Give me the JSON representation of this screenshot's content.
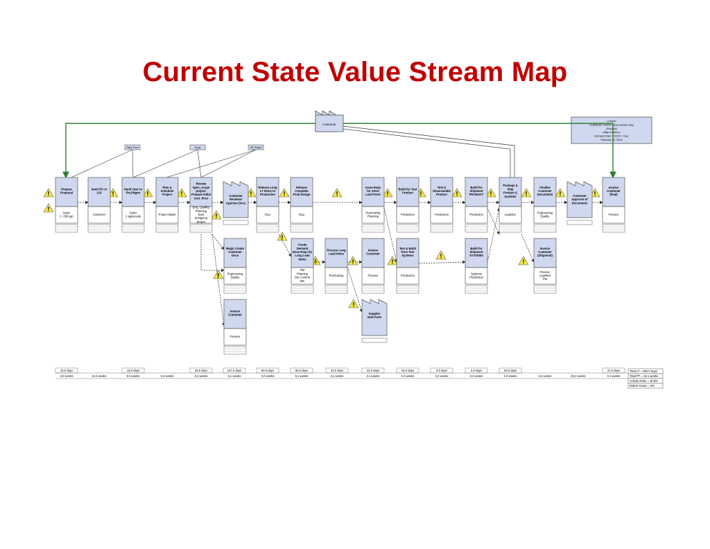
{
  "title": "Current State Value Stream Map",
  "customer": {
    "label": "Customer"
  },
  "header_block": {
    "lines": [
      "<Client>",
      "CURRENT STATE Value Stream Map",
      "(Product)",
      "<Map creation>",
      "Demand Rate = XXXX / Year",
      "February 10, 2014"
    ]
  },
  "info_flows": [
    "Sales Form",
    "Email",
    "MS Project"
  ],
  "processes": [
    {
      "id": "p1",
      "name": [
        "Prepare",
        "Proposal"
      ],
      "dept": [
        "Sales",
        "(~ 260 pp)"
      ]
    },
    {
      "id": "p2",
      "name": [
        "Send PO or",
        "LOI"
      ],
      "dept": [
        "Customer"
      ]
    },
    {
      "id": "p3",
      "name": [
        "Hand Over to",
        "Proj Mgmt"
      ],
      "dept": [
        "Sales",
        "2 approvals"
      ]
    },
    {
      "id": "p4",
      "name": [
        "Plan &",
        "Schedule",
        "Project"
      ],
      "dept": [
        "Project Mgmt"
      ]
    },
    {
      "id": "p5",
      "name": [
        "Review",
        "Spec, scope",
        "project.",
        "Prepare initial",
        "cust. docs"
      ],
      "dept": [
        "Eng., Quality,",
        "Planning",
        "Start",
        "designing",
        "project"
      ]
    },
    {
      "id": "p6",
      "name": [
        "Customer",
        "Reviews/",
        "Approve Docs"
      ],
      "dept": []
    },
    {
      "id": "p7",
      "name": [
        "Release Long",
        "LT Items to",
        "Production"
      ],
      "dept": [
        "Eng"
      ]
    },
    {
      "id": "p8",
      "name": [
        "Release",
        "Complete",
        "Final Design"
      ],
      "dept": [
        "Eng"
      ]
    },
    {
      "id": "p9",
      "name": [
        "Issue Reqs",
        "for Short",
        "Lead Parts"
      ],
      "dept": [
        "Purchasing",
        "Planning"
      ]
    },
    {
      "id": "p10",
      "name": [
        "Build for Test",
        "Product"
      ],
      "dept": [
        "Production"
      ]
    },
    {
      "id": "p11",
      "name": [
        "Test &",
        "Disassemble",
        "Product"
      ],
      "dept": [
        "Production"
      ]
    },
    {
      "id": "p12",
      "name": [
        "Build for",
        "Shipment",
        "PRODUCT"
      ],
      "dept": [
        "Production"
      ]
    },
    {
      "id": "p13",
      "name": [
        "Package &",
        "Ship",
        "Product &",
        "Systems"
      ],
      "dept": [
        "Logistics"
      ]
    },
    {
      "id": "p14",
      "name": [
        "Finalize",
        "Customer",
        "Documents"
      ],
      "dept": [
        "Engineering",
        "Quality"
      ]
    },
    {
      "id": "p15",
      "name": [
        "Customer",
        "Approval of",
        "Documents"
      ],
      "dept": []
    },
    {
      "id": "p16",
      "name": [
        "Invoice",
        "Customer",
        "(final)"
      ],
      "dept": [
        "Finance"
      ]
    },
    {
      "id": "p17",
      "name": [
        "Begin Create",
        "Customer",
        "Docs"
      ],
      "dept": [
        "Engineering",
        "Quality"
      ]
    },
    {
      "id": "p18",
      "name": [
        "Invoice",
        "Customer"
      ],
      "dept": [
        "Finance"
      ]
    },
    {
      "id": "p19",
      "name": [
        "Create",
        "Demand",
        "Issue Reqs for",
        "Long Lead",
        "Items"
      ],
      "dept": [
        "PM",
        "Planning",
        "Doc Control",
        "ME"
      ]
    },
    {
      "id": "p20",
      "name": [
        "Procure Long",
        "Lead Items"
      ],
      "dept": [
        "Purchasing"
      ]
    },
    {
      "id": "p21",
      "name": [
        "Invoice",
        "Customer"
      ],
      "dept": [
        "Finance"
      ]
    },
    {
      "id": "p22",
      "name": [
        "Test & Build",
        "from Test",
        "Systems"
      ],
      "dept": [
        "Production"
      ]
    },
    {
      "id": "p23",
      "name": [
        "Build for",
        "Shipment",
        "SYSTEMS"
      ],
      "dept": [
        "Systems",
        "Production"
      ]
    },
    {
      "id": "p24",
      "name": [
        "Invoice",
        "Customer",
        "(Shipment)"
      ],
      "dept": [
        "Finance",
        "Logistics",
        "PM"
      ]
    },
    {
      "id": "p25",
      "name": [
        "Supplier",
        "Sent Parts"
      ],
      "dept": []
    }
  ],
  "timeline": {
    "top": [
      "16.0 days",
      "",
      "16.0 days",
      "",
      "26.0 days",
      "147.0 days",
      "69.0 days",
      "66.0 days",
      "16.0 days",
      "42.0 days",
      "26.0 days",
      "5.0 days",
      "5.0 days",
      "26.0 days",
      "",
      "",
      "21.0 days"
    ],
    "bottom": [
      "3.0 weeks",
      "10.4 weeks",
      "6.3 weeks",
      "0.4 weeks",
      "5.3 weeks",
      "5.1 weeks",
      "0.0 weeks",
      "5.1 weeks",
      "0.1 weeks",
      "0.1 weeks",
      "1.3 weeks",
      "2.3 weeks",
      "0.3 weeks",
      "1.0 weeks",
      "6.4 weeks",
      "25.2 weeks",
      "0.1 weeks"
    ]
  },
  "summary": [
    "Total LT = 600.0 days",
    "Total PT = 16.1 weeks",
    "Activity Ratio = 16.8%",
    "Rolled %C&A = 0%"
  ]
}
